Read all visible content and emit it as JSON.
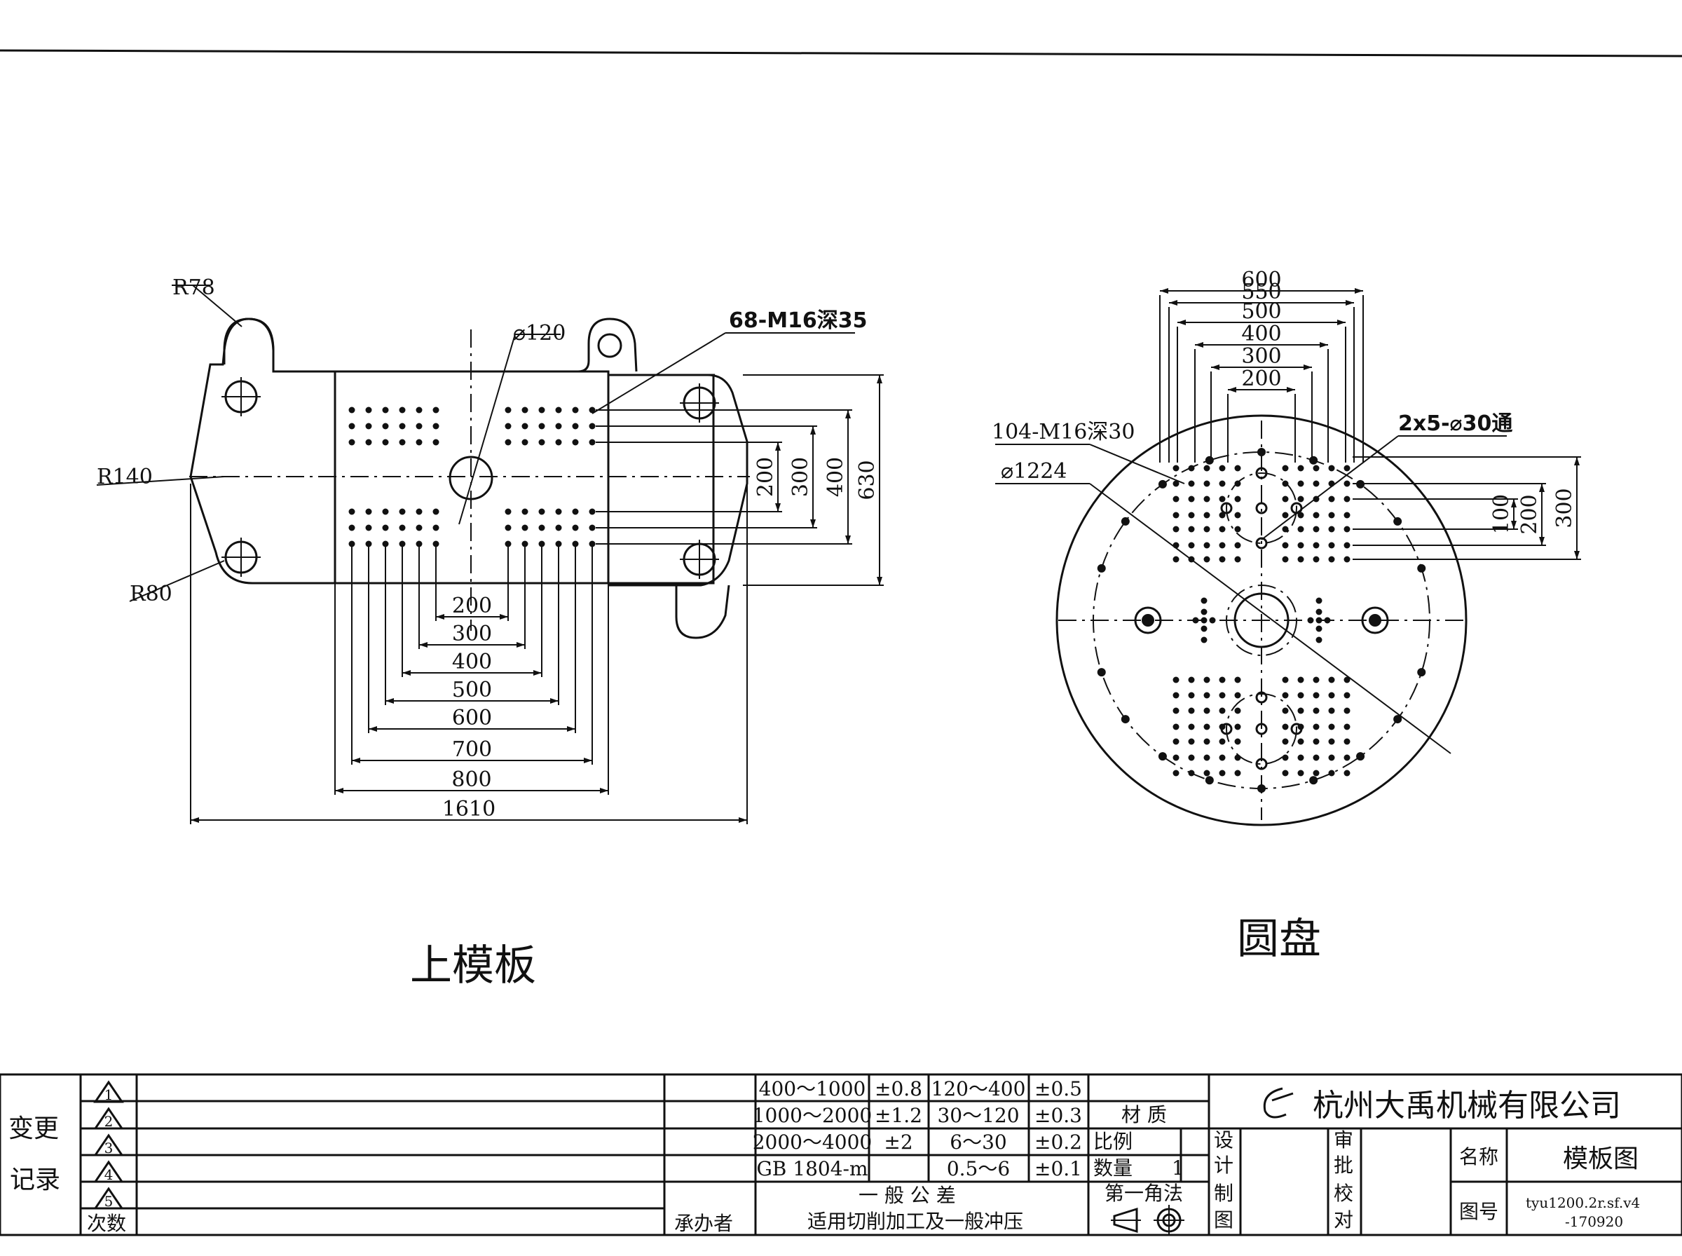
{
  "upper_plate": {
    "title": "上模板",
    "labels": {
      "r78": "R78",
      "r140": "R140",
      "r80": "R80",
      "dia120": "⌀120",
      "holes": "68-M16深35"
    },
    "dims_horizontal": [
      "200",
      "300",
      "400",
      "500",
      "600",
      "700",
      "800",
      "1610"
    ],
    "dims_vertical": [
      "200",
      "300",
      "400",
      "630"
    ]
  },
  "disc": {
    "title": "圆盘",
    "labels": {
      "holes": "104-M16深30",
      "dia": "⌀1224",
      "through": "2x5-⌀30通"
    },
    "dims_horizontal": [
      "600",
      "550",
      "500",
      "400",
      "300",
      "200"
    ],
    "dims_vertical": [
      "100",
      "200",
      "300"
    ]
  },
  "title_block": {
    "change_record_1": "变更",
    "change_record_2": "记录",
    "revisions": [
      "1",
      "2",
      "3",
      "4",
      "5"
    ],
    "count_label": "次数",
    "handler_label": "承办者",
    "tolerance_rows": [
      [
        "400～1000",
        "±0.8",
        "120～400",
        "±0.5"
      ],
      [
        "1000～2000",
        "±1.2",
        "30～120",
        "±0.3"
      ],
      [
        "2000～4000",
        "±2",
        "6～30",
        "±0.2"
      ],
      [
        "GB 1804-m",
        "",
        "0.5～6",
        "±0.1"
      ]
    ],
    "general_tol": "一 般 公 差",
    "applies": "适用切削加工及一般冲压",
    "material_label": "材 质",
    "scale_label": "比例",
    "qty_label": "数量",
    "qty_value": "1",
    "projection": "第一角法",
    "design_1": "设",
    "design_2": "计",
    "draw_1": "制",
    "draw_2": "图",
    "review_1": "审",
    "review_2": "批",
    "check_1": "校",
    "check_2": "对",
    "company": "杭州大禹机械有限公司",
    "name_label": "名称",
    "name_value": "模板图",
    "drawing_no_label": "图号",
    "drawing_no_1": "tyu1200.2r.sf.v4",
    "drawing_no_2": "-170920"
  }
}
